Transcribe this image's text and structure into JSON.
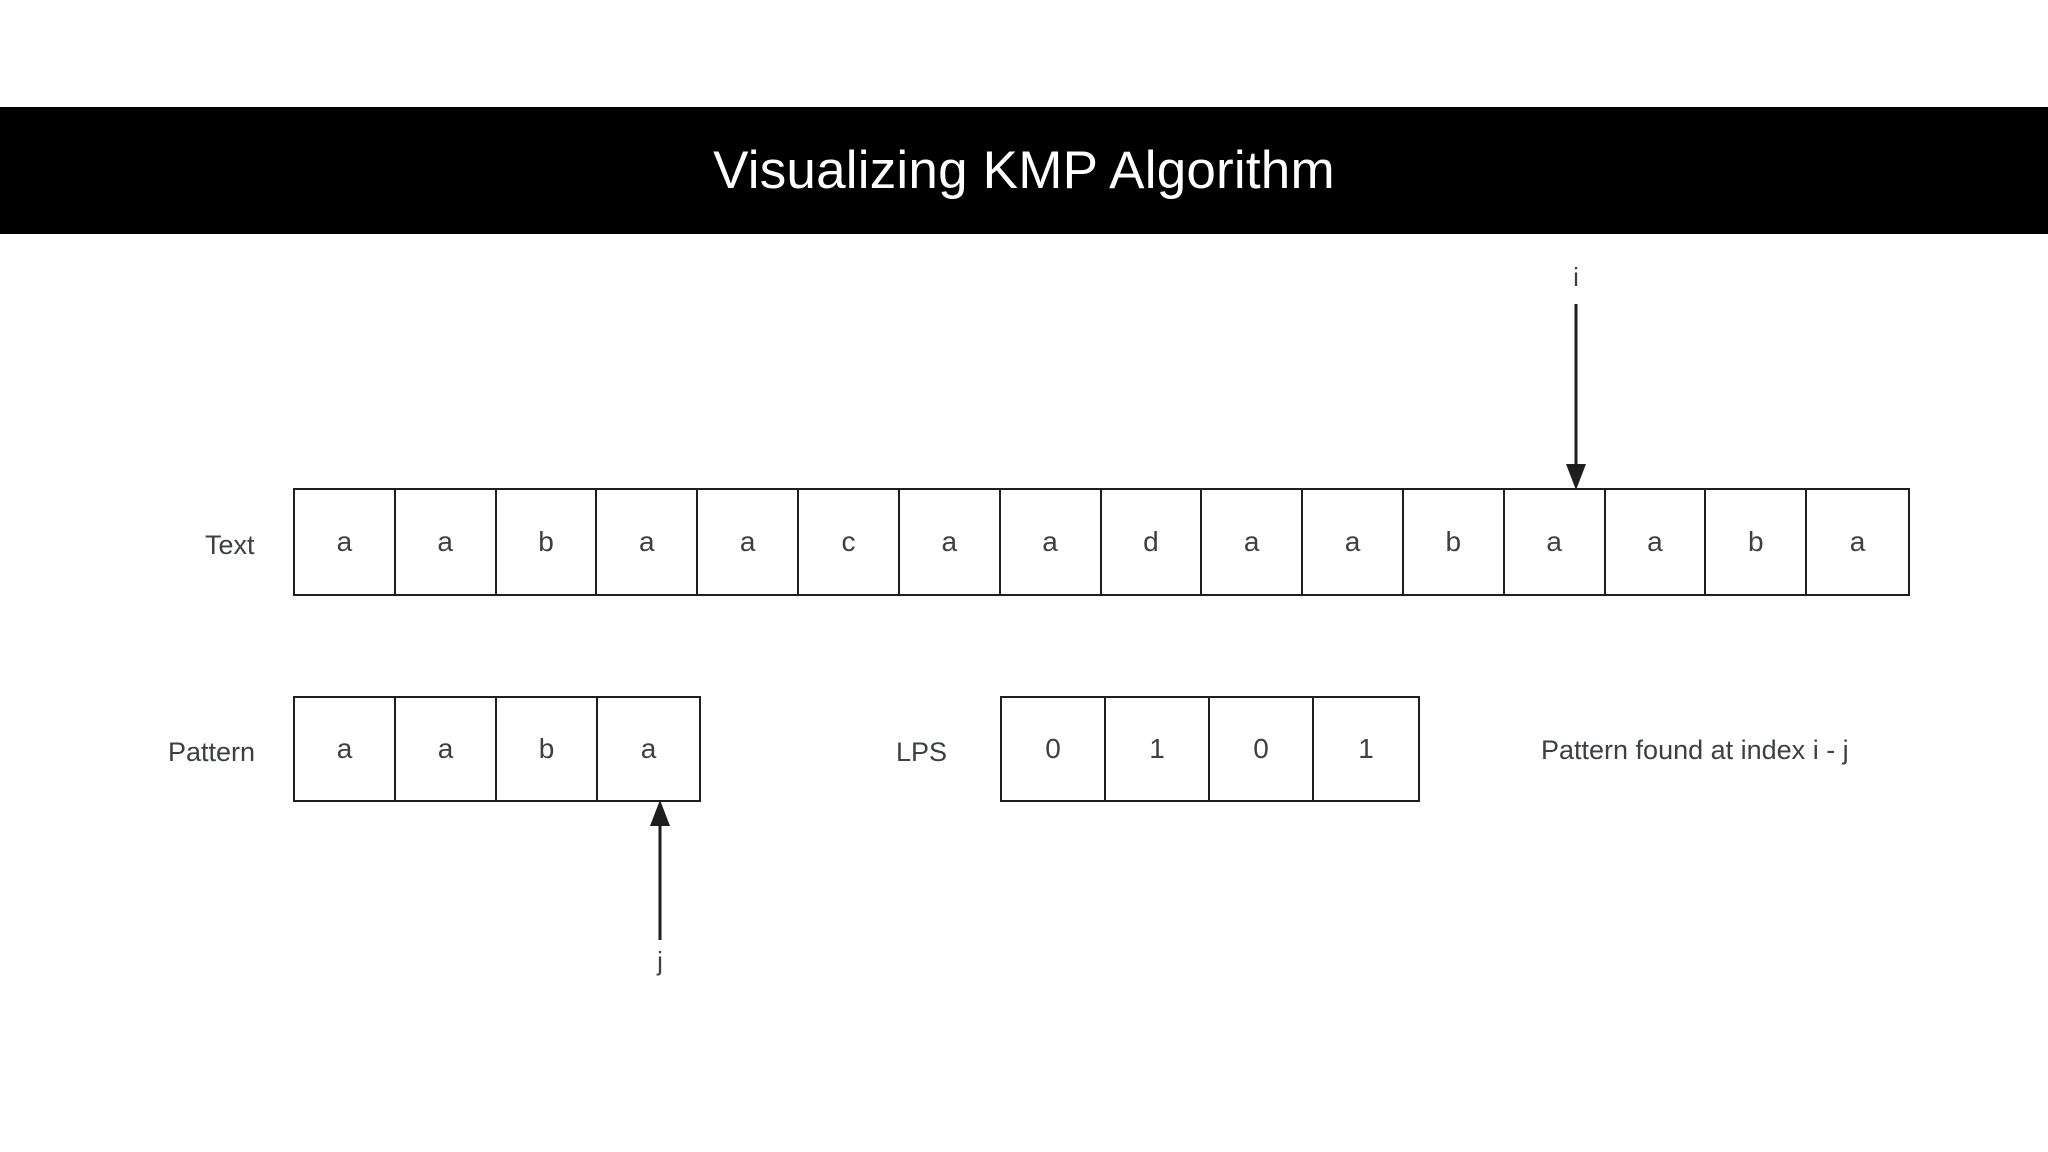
{
  "banner": {
    "title": "Visualizing KMP Algorithm",
    "background_color": "#000000",
    "text_color": "#ffffff"
  },
  "colors": {
    "page_background": "#ffffff",
    "cell_border": "#1f1f1f",
    "text": "#3c4043",
    "arrow": "#1f1f1f"
  },
  "rows": {
    "text": {
      "label": "Text",
      "cells": [
        "a",
        "a",
        "b",
        "a",
        "a",
        "c",
        "a",
        "a",
        "d",
        "a",
        "a",
        "b",
        "a",
        "a",
        "b",
        "a"
      ]
    },
    "pattern": {
      "label": "Pattern",
      "cells": [
        "a",
        "a",
        "b",
        "a"
      ]
    },
    "lps": {
      "label": "LPS",
      "cells": [
        "0",
        "1",
        "0",
        "1"
      ]
    }
  },
  "pointers": {
    "i": {
      "label": "i",
      "icon": "arrow-down-icon",
      "points_to_row": "text",
      "points_to_index": 12
    },
    "j": {
      "label": "j",
      "icon": "arrow-up-icon",
      "points_to_row": "pattern",
      "points_to_index": 3
    }
  },
  "message": {
    "found_text": "Pattern found at index i - j"
  }
}
